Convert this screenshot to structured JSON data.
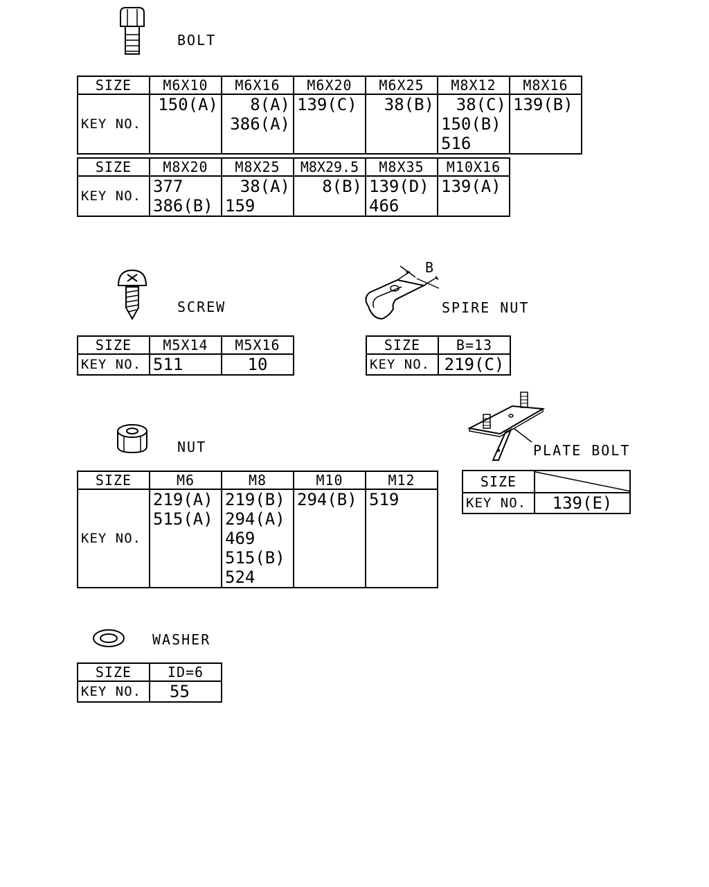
{
  "bolt": {
    "title": "BOLT",
    "size_label": "SIZE",
    "key_label": "KEY NO.",
    "table1": {
      "sizes": [
        "M6X10",
        "M6X16",
        "M6X20",
        "M6X25",
        "M8X12",
        "M8X16"
      ],
      "keys": [
        [
          "150(A)"
        ],
        [
          "8(A)",
          "386(A)"
        ],
        [
          "139(C)"
        ],
        [
          "38(B)"
        ],
        [
          "38(C)",
          "150(B)",
          "516"
        ],
        [
          "139(B)"
        ]
      ]
    },
    "table2": {
      "sizes": [
        "M8X20",
        "M8X25",
        "M8X29.5",
        "M8X35",
        "M10X16"
      ],
      "keys": [
        [
          "377",
          "386(B)"
        ],
        [
          "38(A)",
          "159"
        ],
        [
          "8(B)"
        ],
        [
          "139(D)",
          "466"
        ],
        [
          "139(A)"
        ]
      ]
    }
  },
  "screw": {
    "title": "SCREW",
    "size_label": "SIZE",
    "key_label": "KEY NO.",
    "sizes": [
      "M5X14",
      "M5X16"
    ],
    "keys": [
      "511",
      "10"
    ]
  },
  "spire_nut": {
    "title": "SPIRE NUT",
    "dim_label": "B",
    "size_label": "SIZE",
    "key_label": "KEY NO.",
    "sizes": [
      "B=13"
    ],
    "keys": [
      "219(C)"
    ]
  },
  "nut": {
    "title": "NUT",
    "size_label": "SIZE",
    "key_label": "KEY NO.",
    "sizes": [
      "M6",
      "M8",
      "M10",
      "M12"
    ],
    "keys": [
      [
        "219(A)",
        "515(A)"
      ],
      [
        "219(B)",
        "294(A)",
        "469",
        "515(B)",
        "524"
      ],
      [
        "294(B)"
      ],
      [
        "519"
      ]
    ]
  },
  "plate_bolt": {
    "title": "PLATE BOLT",
    "size_label": "SIZE",
    "key_label": "KEY NO.",
    "keys": [
      "139(E)"
    ]
  },
  "washer": {
    "title": "WASHER",
    "size_label": "SIZE",
    "key_label": "KEY NO.",
    "sizes": [
      "ID=6"
    ],
    "keys": [
      "55"
    ]
  }
}
